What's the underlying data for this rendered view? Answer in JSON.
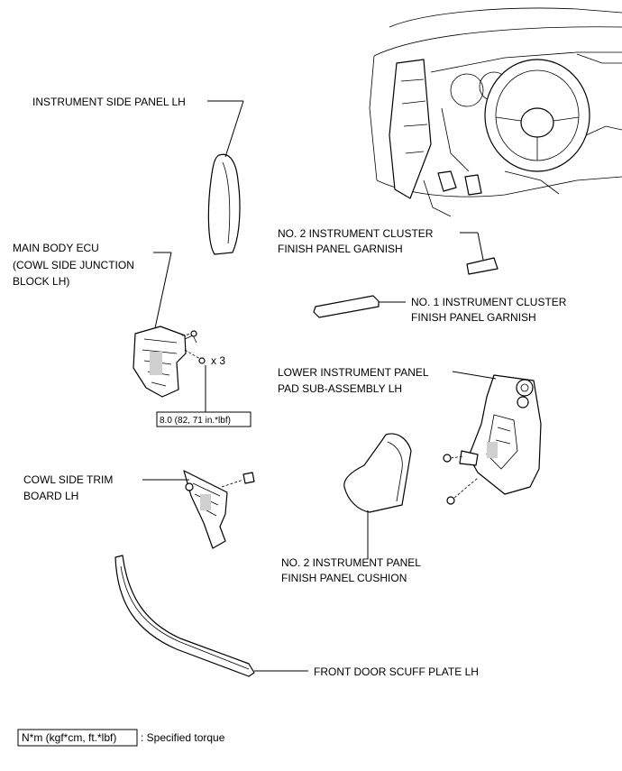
{
  "labels": {
    "instrument_side_panel": "INSTRUMENT SIDE PANEL LH",
    "main_body_ecu": [
      "MAIN BODY ECU",
      "(COWL SIDE JUNCTION",
      "BLOCK LH)"
    ],
    "cluster_garnish_2": [
      "NO. 2 INSTRUMENT CLUSTER",
      "FINISH PANEL GARNISH"
    ],
    "cluster_garnish_1": [
      "NO. 1 INSTRUMENT CLUSTER",
      "FINISH PANEL GARNISH"
    ],
    "lower_panel_pad": [
      "LOWER INSTRUMENT PANEL",
      "PAD SUB-ASSEMBLY LH"
    ],
    "cowl_side_trim": [
      "COWL SIDE TRIM",
      "BOARD LH"
    ],
    "panel_cushion": [
      "NO. 2 INSTRUMENT PANEL",
      "FINISH PANEL CUSHION"
    ],
    "scuff_plate": "FRONT DOOR SCUFF PLATE LH",
    "bolt_qty": "x 3",
    "torque_value": "8.0 (82, 71 in.*lbf)"
  },
  "legend": {
    "unit_box": "N*m (kgf*cm, ft.*lbf)",
    "description": ": Specified torque"
  }
}
